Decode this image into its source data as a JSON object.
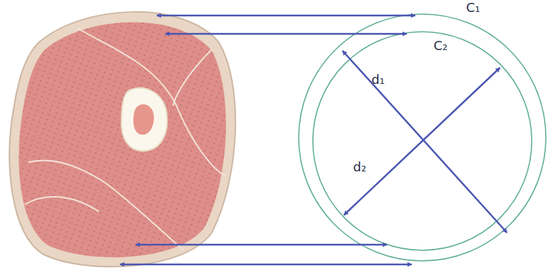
{
  "diagram": {
    "labels": [
      "C₁",
      "C₂",
      "d₁",
      "d₂"
    ]
  }
}
